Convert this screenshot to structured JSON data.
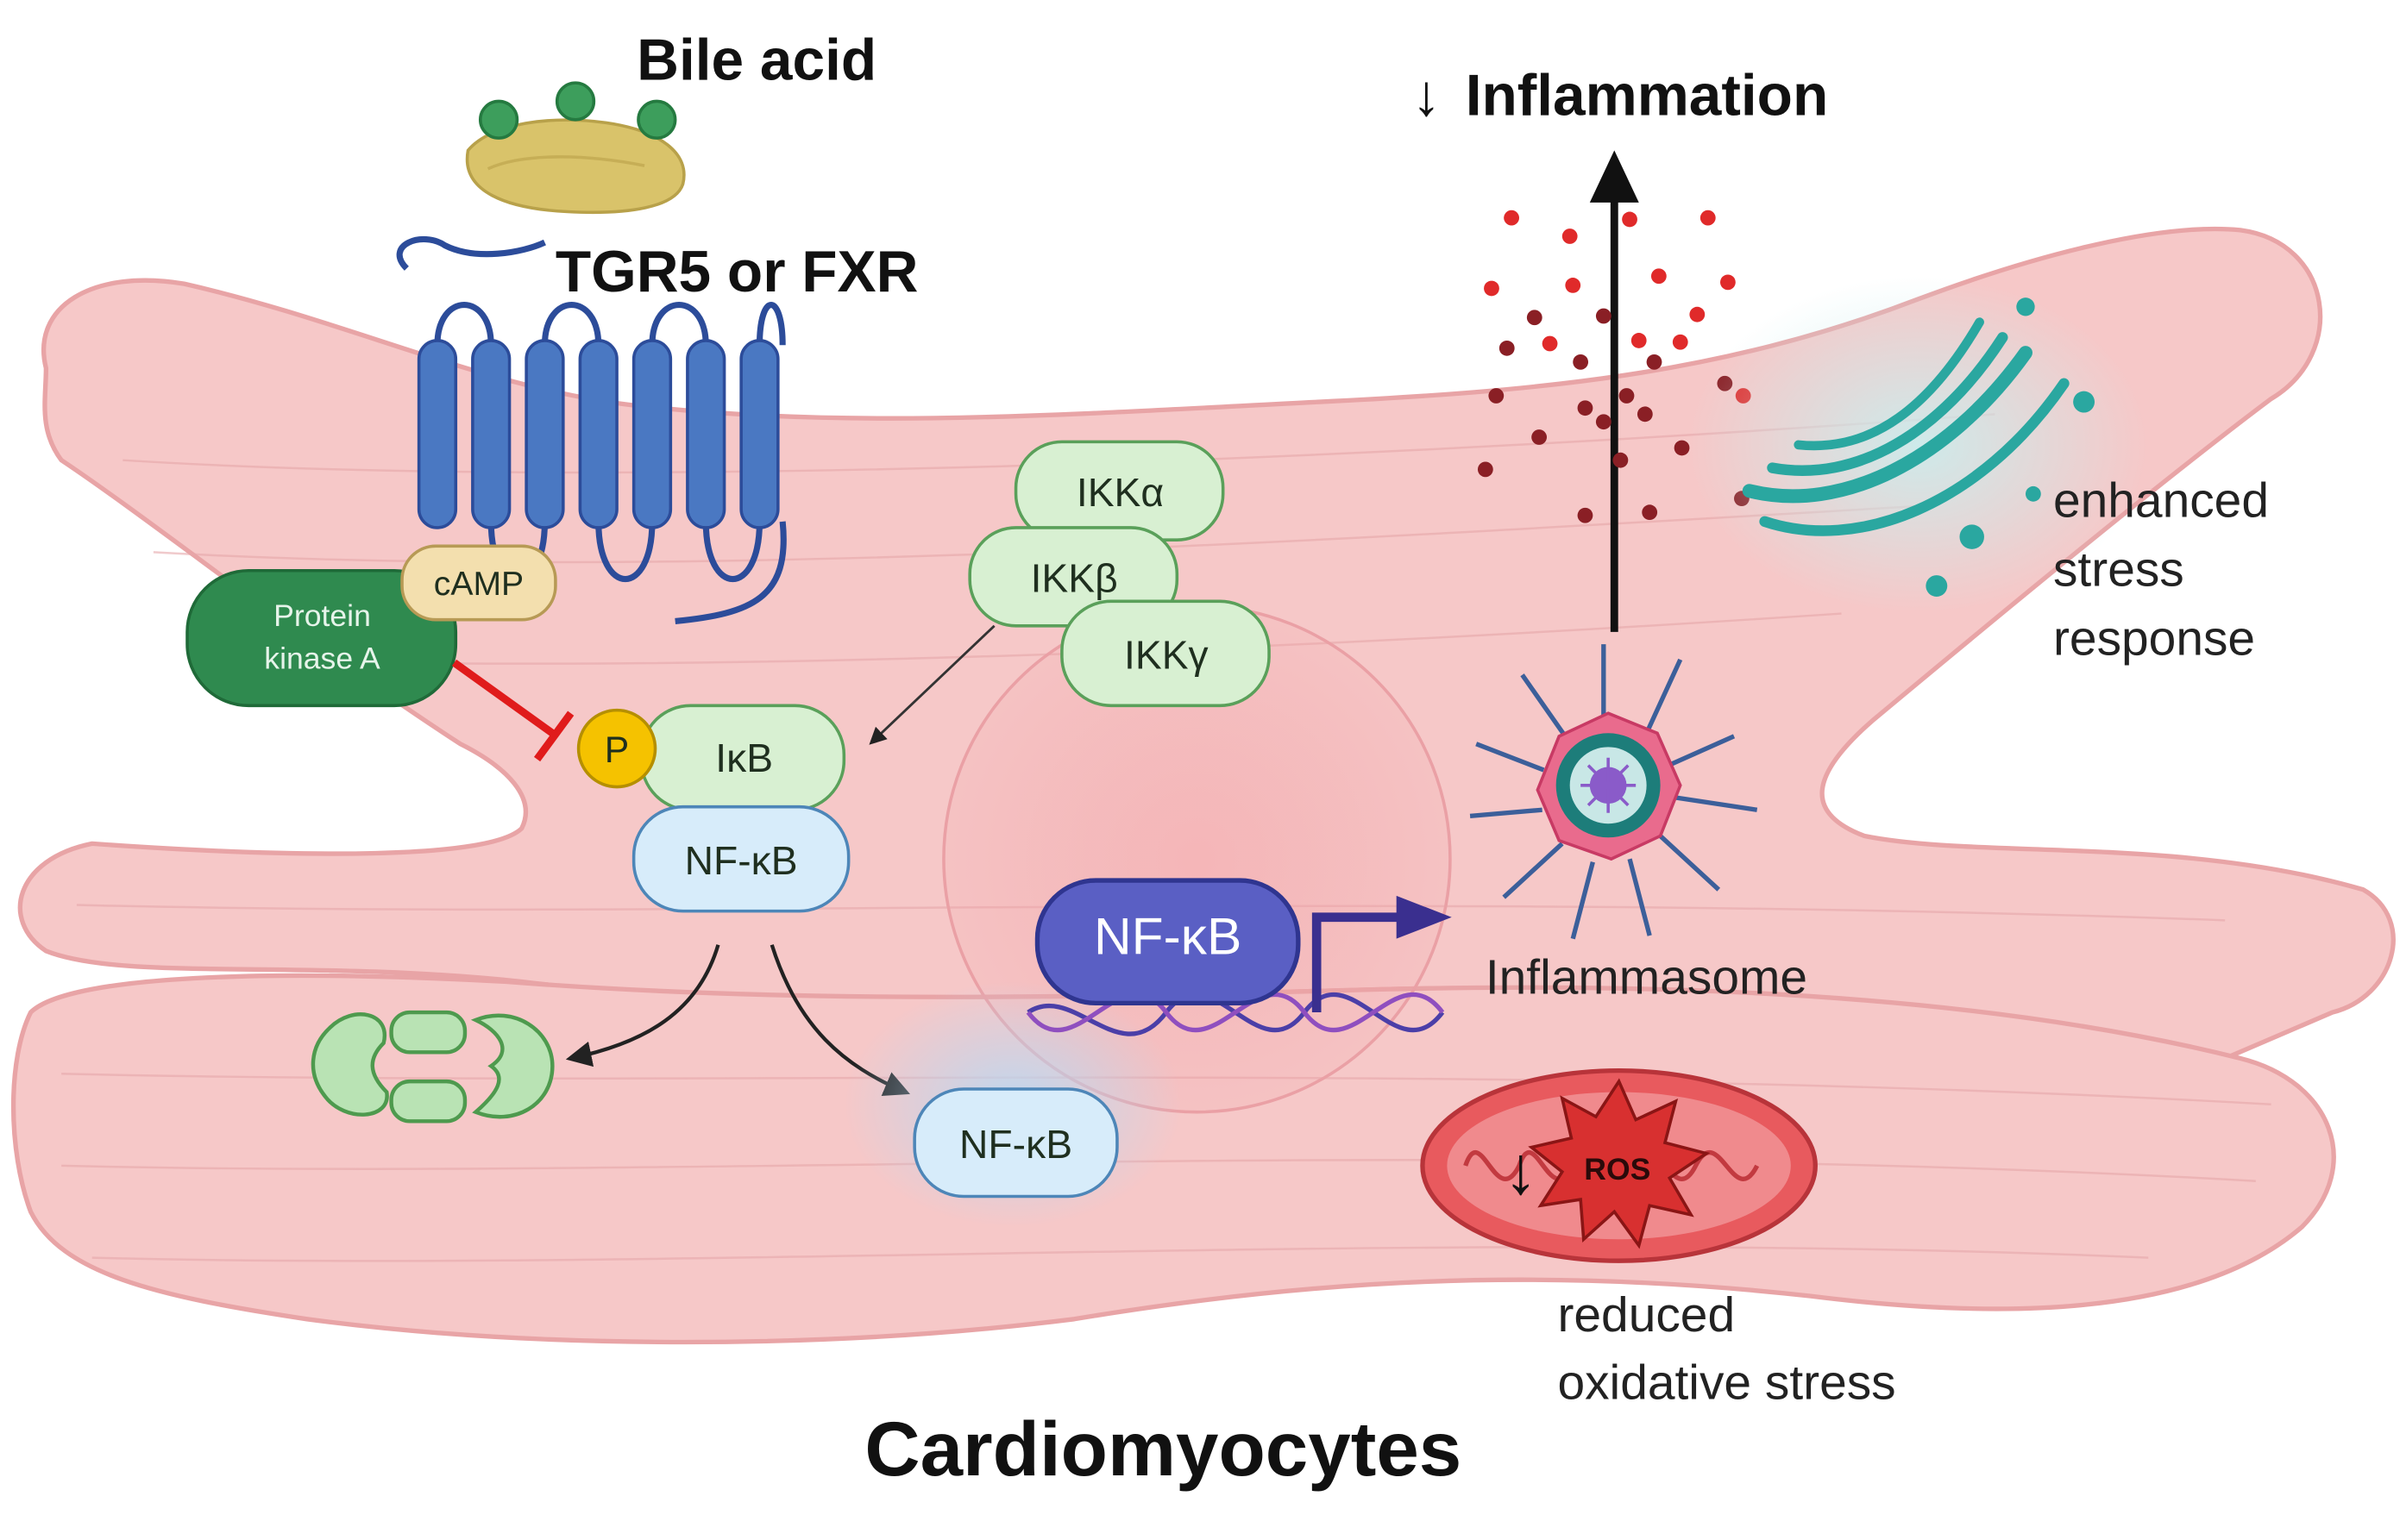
{
  "labels": {
    "bile_acid": "Bile acid",
    "receptor": "TGR5 or FXR",
    "inflammation": "Inflammation",
    "camp": "cAMP",
    "pka_line1": "Protein",
    "pka_line2": "kinase A",
    "phospho": "P",
    "ikb": "IκB",
    "nfkb_complex": "NF-κB",
    "ikk_alpha": "IKKα",
    "ikk_beta": "IKKβ",
    "ikk_gamma": "IKKγ",
    "nfkb_free": "NF-κB",
    "nfkb_nuclear": "NF-κB",
    "inflammasome": "Inflammasome",
    "stress_line1": "enhanced",
    "stress_line2": "stress",
    "stress_line3": "response",
    "ros": "ROS",
    "oxid_line1": "reduced",
    "oxid_line2": "oxidative stress",
    "footer": "Cardiomyocytes"
  },
  "colors": {
    "cell_fill": "#f6c8c8",
    "cell_stroke": "#e8a4a6",
    "receptor": "#4a78c2",
    "pka": "#2f8a4f",
    "camp": "#f3dfae",
    "ikk": "#d8f0d2",
    "nfkb": "#d7ecfa",
    "nfkb_nuclear": "#5a5fc4",
    "phospho": "#f5c200",
    "inhibit": "#e01b1b",
    "golgi": "#2aa7a0",
    "mito": "#e85a5e",
    "ros": "#d83030",
    "cytokine_red": "#e02a2a",
    "cytokine_dark": "#8a1f25"
  },
  "icons": [
    "bile-acid-molecule",
    "gpcr-receptor",
    "degraded-ikb-fragments",
    "dna-helix",
    "inflammasome",
    "golgi",
    "mitochondrion",
    "ros-starburst",
    "down-arrow",
    "up-arrow"
  ]
}
